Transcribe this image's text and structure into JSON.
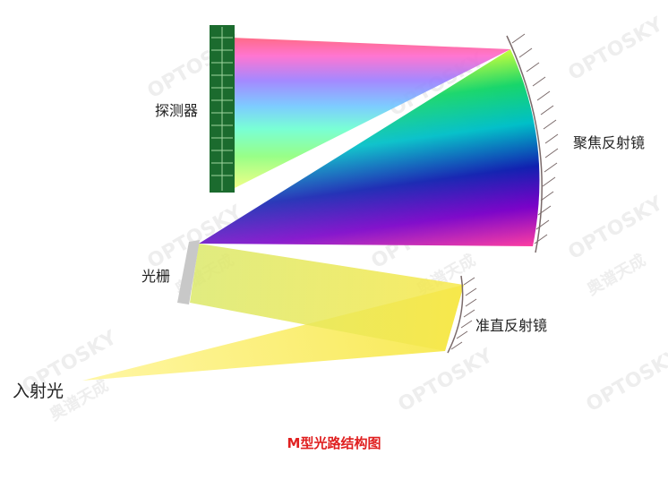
{
  "labels": {
    "detector": "探测器",
    "grating": "光栅",
    "focusing_mirror": "聚焦反射镜",
    "collimating_mirror": "准直反射镜",
    "incident_light": "入射光"
  },
  "caption": "M型光路结构图",
  "watermark": {
    "text_latin": "OPTOSKY",
    "text_cn": "奥谱天成"
  },
  "colors": {
    "caption": "#e02020",
    "incident_beam": "#f7e84a",
    "detector": "#1b6b2e",
    "grating": "#c8c8c8",
    "mirror_line": "#7a6a6a"
  }
}
